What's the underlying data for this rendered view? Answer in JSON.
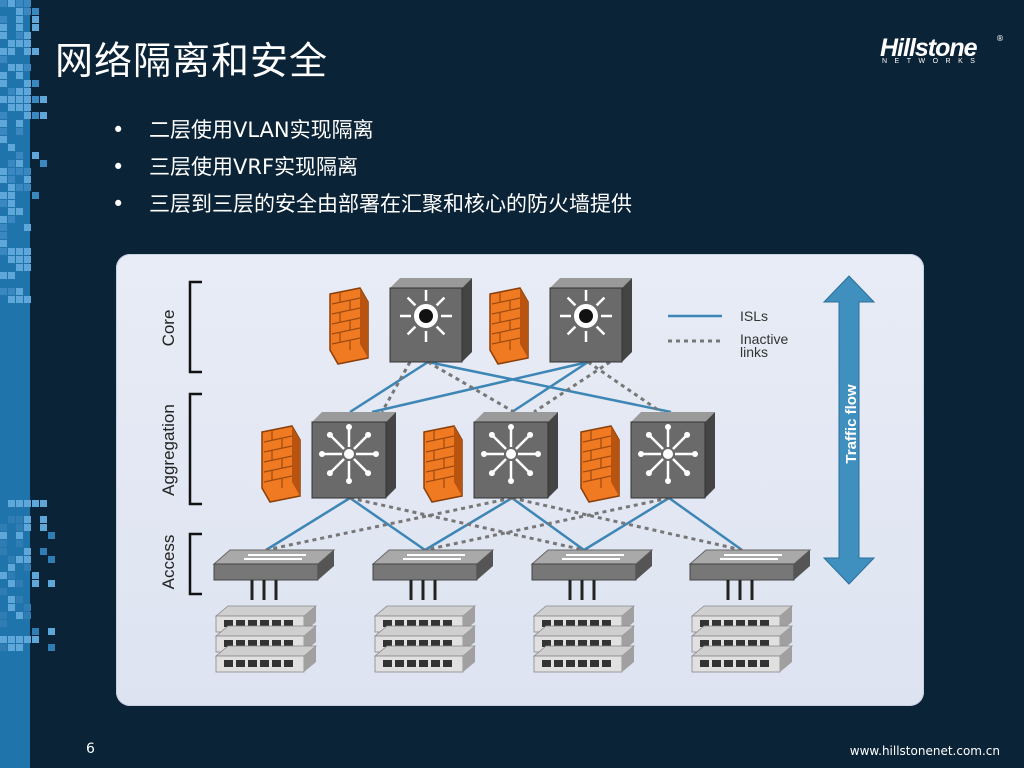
{
  "title": "网络隔离和安全",
  "logo": {
    "brand": "Hillstone",
    "sub": "NETWORKS",
    "registered": "®"
  },
  "bullets": [
    {
      "mark": "•",
      "text": "二层使用VLAN实现隔离"
    },
    {
      "mark": "•",
      "text": "三层使用VRF实现隔离"
    },
    {
      "mark": "•",
      "text": "三层到三层的安全由部署在汇聚和核心的防火墙提供"
    }
  ],
  "diagram": {
    "layers": {
      "core": "Core",
      "aggregation": "Aggregation",
      "access": "Access"
    },
    "legend": {
      "isl": "ISLs",
      "inactive": "Inactive\nlinks",
      "inactive_line1": "Inactive",
      "inactive_line2": "links"
    },
    "traffic": "Traffic flow",
    "colors": {
      "isl": "#3d86b5",
      "arrow": "#3f8fbf",
      "firewall": "#f07a22",
      "switch": "#6a6a6a"
    }
  },
  "footer": {
    "page": "6",
    "website": "www.hillstonenet.com.cn"
  }
}
